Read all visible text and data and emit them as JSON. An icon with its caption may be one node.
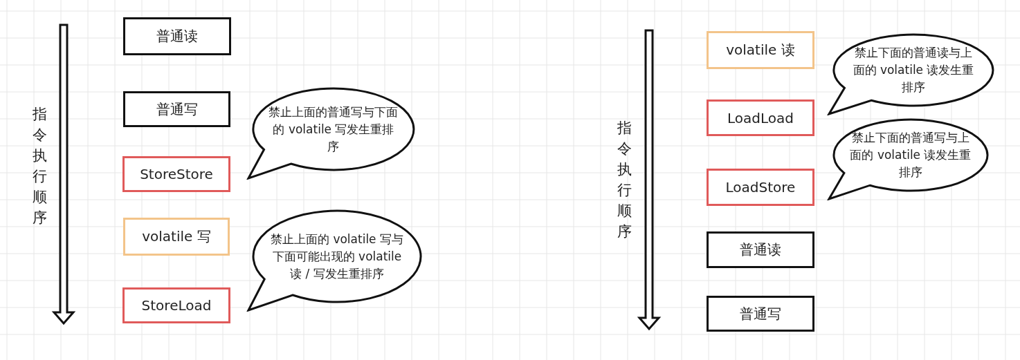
{
  "diagram": {
    "nodes": [
      {
        "text": [
          "普通读"
        ]
      },
      {
        "text": [
          "普通写"
        ]
      },
      {
        "text": [
          "StoreStore"
        ]
      },
      {
        "text": [
          "禁止上面的普通写与下面的 volatile 写发生重排序"
        ]
      },
      {
        "text": [
          "volatile 写"
        ]
      },
      {
        "text": [
          "StoreLoad"
        ]
      },
      {
        "text": [
          "禁止上面的 volatile 写与下面可能出现的 volatile 读 / 写发生重排序"
        ]
      },
      {
        "text": [
          "volatile 读"
        ]
      },
      {
        "text": [
          "禁止下面的普通读与上面的 volatile 读发生重排序"
        ]
      },
      {
        "text": [
          "LoadLoad"
        ]
      },
      {
        "text": [
          "禁止下面的普通写与上面的 volatile 读发生重排序"
        ]
      },
      {
        "text": [
          "LoadStore"
        ]
      },
      {
        "text": [
          "普通读"
        ]
      },
      {
        "text": [
          "普通写"
        ]
      }
    ],
    "labels": [
      "指令执行顺序",
      "指令执行顺序"
    ]
  }
}
